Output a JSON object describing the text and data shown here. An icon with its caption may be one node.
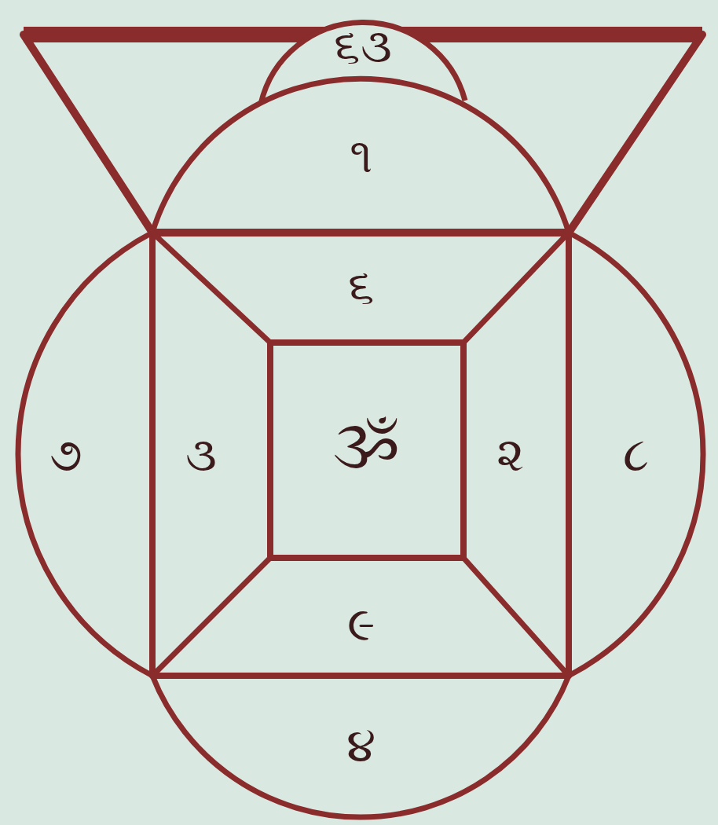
{
  "diagram": {
    "nodes": [
      {
        "text": [
          "૬૩"
        ]
      },
      {
        "text": [
          "૧"
        ]
      },
      {
        "text": [
          "૬"
        ]
      },
      {
        "text": [
          "૭"
        ]
      },
      {
        "text": [
          "૩"
        ]
      },
      {
        "text": [
          "ૐ"
        ]
      },
      {
        "text": [
          "૨"
        ]
      },
      {
        "text": [
          "૮"
        ]
      },
      {
        "text": [
          "૯"
        ]
      },
      {
        "text": [
          "૪"
        ]
      }
    ]
  }
}
